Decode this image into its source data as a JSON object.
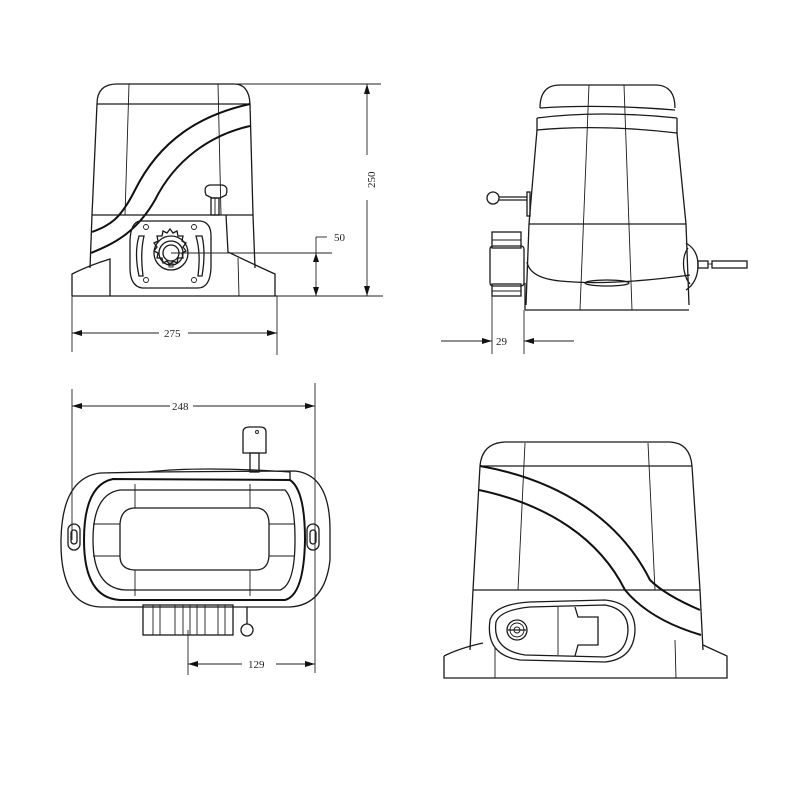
{
  "drawing": {
    "subject": "sliding gate opener motor - dimensional drawing",
    "views": [
      {
        "id": "front",
        "position": "top-left"
      },
      {
        "id": "side",
        "position": "top-right"
      },
      {
        "id": "top",
        "position": "bottom-left"
      },
      {
        "id": "rear",
        "position": "bottom-right"
      }
    ]
  },
  "dimensions": {
    "front_height": "250",
    "front_width": "275",
    "gear_center_height": "50",
    "side_gear_offset": "29",
    "top_length": "248",
    "top_gear_to_edge": "129"
  },
  "icons": {
    "gear": "pinion-gear-icon",
    "release_key": "release-key-icon",
    "lock": "lock-cylinder-icon"
  }
}
